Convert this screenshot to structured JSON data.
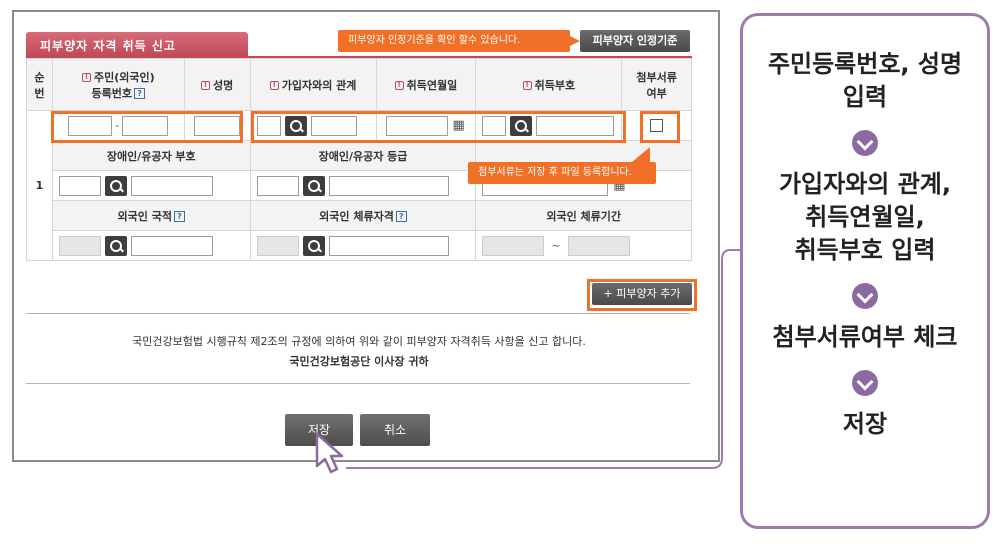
{
  "form": {
    "tab_title": "피부양자 자격 취득 신고",
    "criteria_callout": "피부양자 인정기준을 확인 할수 있습니다.",
    "criteria_button": "피부양자 인정기준",
    "attach_callout": "첨부서류는 저장 후 파일 등록합니다.",
    "add_button": "+ 피부양자 추가",
    "columns": {
      "seq": "순\n번",
      "rrn": "주민(외국인)\n등록번호",
      "name": "성명",
      "relation": "가입자와의 관계",
      "acq_date": "취득연월일",
      "acq_code": "취득부호",
      "attach": "첨부서류\n여부"
    },
    "row_number": "1",
    "rrn_sep": "-",
    "sub_headers": {
      "disabled_code": "장애인/유공자 부호",
      "disabled_grade": "장애인/유공자 등급",
      "foreign_nation": "외국인 국적",
      "foreign_status": "외국인 체류자격",
      "foreign_period": "외국인 체류기간"
    },
    "period_sep": "~",
    "legal_line1": "국민건강보험법 시행규칙 제2조의 규정에 의하여 위와 같이 피부양자 자격취득 사항을 신고 합니다.",
    "legal_line2": "국민건강보험공단 이사장 귀하",
    "save_button": "저장",
    "cancel_button": "취소"
  },
  "steps": {
    "step1": "주민등록번호, 성명\n입력",
    "step2": "가입자와의 관계,\n취득연월일,\n취득부호 입력",
    "step3": "첨부서류여부 체크",
    "step4": "저장"
  },
  "colors": {
    "accent_orange": "#f07028",
    "tab_red": "#c14a58",
    "panel_purple": "#9b7cad"
  }
}
